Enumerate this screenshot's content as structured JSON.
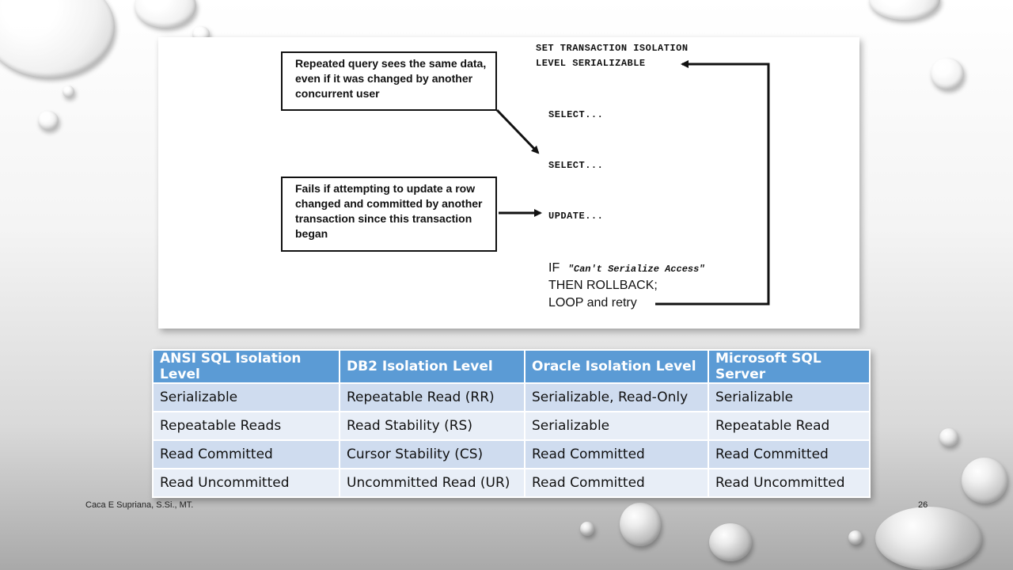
{
  "diagram": {
    "note_top": "Repeated query sees the same data, even if it was changed by another concurrent user",
    "note_bottom": "Fails if attempting to update a row changed and committed by another transaction since this transaction began",
    "set_line1": "SET TRANSACTION ISOLATION",
    "set_line2": "LEVEL SERIALIZABLE",
    "select1": "SELECT...",
    "select2": "SELECT...",
    "update": "UPDATE...",
    "if_keyword": "IF",
    "if_condition": "\"Can't Serialize Access\"",
    "then_line": "THEN ROLLBACK;",
    "loop_line": "LOOP and retry"
  },
  "table": {
    "headers": [
      "ANSI SQL Isolation Level",
      "DB2 Isolation Level",
      "Oracle Isolation Level",
      "Microsoft SQL Server"
    ],
    "rows": [
      [
        "Serializable",
        "Repeatable Read (RR)",
        "Serializable, Read-Only",
        "Serializable"
      ],
      [
        "Repeatable Reads",
        "Read Stability (RS)",
        "Serializable",
        "Repeatable Read"
      ],
      [
        "Read Committed",
        "Cursor Stability (CS)",
        "Read Committed",
        "Read Committed"
      ],
      [
        "Read Uncommitted",
        "Uncommitted Read (UR)",
        "Read Committed",
        "Read Uncommitted"
      ]
    ]
  },
  "footer": {
    "author": "Caca E Supriana, S.Si., MT.",
    "page_number": "26"
  }
}
